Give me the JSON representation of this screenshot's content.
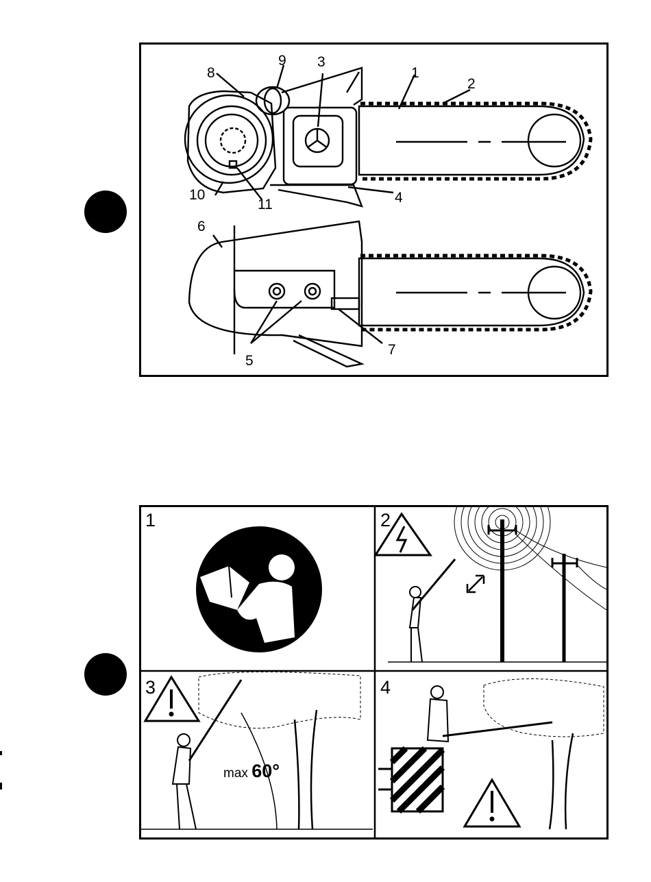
{
  "figure1": {
    "callouts": [
      "1",
      "2",
      "3",
      "4",
      "5",
      "6",
      "7",
      "8",
      "9",
      "10",
      "11"
    ]
  },
  "figure2": {
    "panels": [
      {
        "number": "1"
      },
      {
        "number": "2"
      },
      {
        "number": "3",
        "angle_prefix": "max",
        "angle_value": "60°"
      },
      {
        "number": "4"
      }
    ]
  },
  "colors": {
    "ink": "#000000",
    "paper": "#ffffff"
  }
}
